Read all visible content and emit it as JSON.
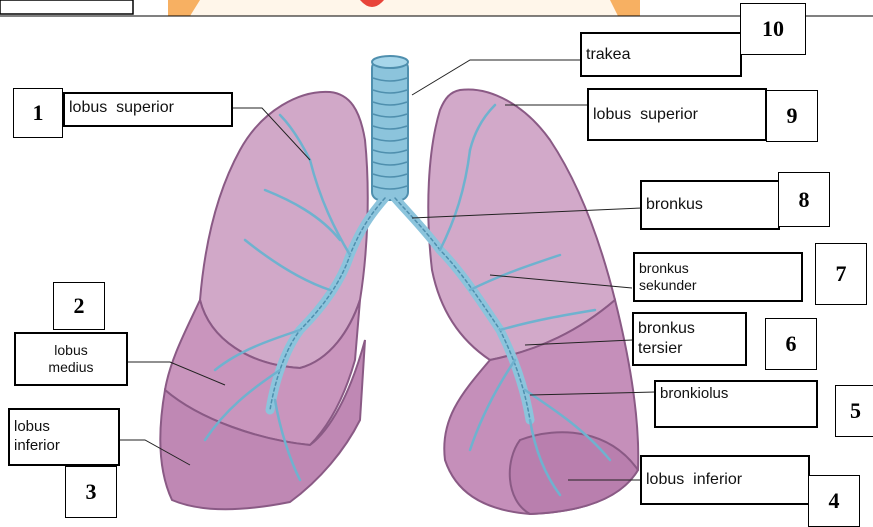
{
  "colors": {
    "lung_fill": "#c99dc0",
    "lung_light": "#e6c9dd",
    "lung_outline": "#8a5a85",
    "airway": "#8cc4dc",
    "airway_dark": "#4f8fae",
    "header_orange": "#f6a34a"
  },
  "labels": {
    "trakea": "trakea",
    "lobus_superior_left": "lobus  superior",
    "lobus_superior_right": "lobus  superior",
    "bronkus": "bronkus",
    "bronkus_sekunder_1": "bronkus",
    "bronkus_sekunder_2": "sekunder",
    "bronkus_tersier_1": "bronkus",
    "bronkus_tersier_2": "tersier",
    "bronkiolus": "bronkiolus",
    "lobus_medius_1": "lobus",
    "lobus_medius_2": "medius",
    "lobus_inferior_left_1": "lobus",
    "lobus_inferior_left_2": "inferior",
    "lobus_inferior_right": "lobus  inferior"
  },
  "numbers": {
    "n1": "1",
    "n2": "2",
    "n3": "3",
    "n4": "4",
    "n5": "5",
    "n6": "6",
    "n7": "7",
    "n8": "8",
    "n9": "9",
    "n10": "10"
  }
}
